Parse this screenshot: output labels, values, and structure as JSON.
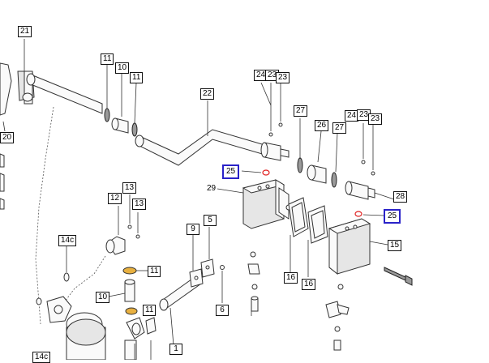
{
  "diagram": {
    "callouts": [
      {
        "id": "c21",
        "text": "21"
      },
      {
        "id": "c20",
        "text": "20"
      },
      {
        "id": "c11a",
        "text": "11"
      },
      {
        "id": "c10a",
        "text": "10"
      },
      {
        "id": "c11b",
        "text": "11"
      },
      {
        "id": "c22",
        "text": "22"
      },
      {
        "id": "c24a",
        "text": "24"
      },
      {
        "id": "c23a",
        "text": "23"
      },
      {
        "id": "c23b",
        "text": "23"
      },
      {
        "id": "c27a",
        "text": "27"
      },
      {
        "id": "c26",
        "text": "26"
      },
      {
        "id": "c27b",
        "text": "27"
      },
      {
        "id": "c24b",
        "text": "24"
      },
      {
        "id": "c23c",
        "text": "23"
      },
      {
        "id": "c23d",
        "text": "23"
      },
      {
        "id": "c25a",
        "text": "25"
      },
      {
        "id": "c28",
        "text": "28"
      },
      {
        "id": "c25b",
        "text": "25"
      },
      {
        "id": "c13a",
        "text": "13"
      },
      {
        "id": "c12",
        "text": "12"
      },
      {
        "id": "c13b",
        "text": "13"
      },
      {
        "id": "c14c",
        "text": "14c"
      },
      {
        "id": "c9",
        "text": "9"
      },
      {
        "id": "c5",
        "text": "5"
      },
      {
        "id": "c15",
        "text": "15"
      },
      {
        "id": "c11c",
        "text": "11"
      },
      {
        "id": "c10b",
        "text": "10"
      },
      {
        "id": "c11d",
        "text": "11"
      },
      {
        "id": "c16a",
        "text": "16"
      },
      {
        "id": "c16b",
        "text": "16"
      },
      {
        "id": "c6",
        "text": "6"
      },
      {
        "id": "c1",
        "text": "1"
      },
      {
        "id": "c14e",
        "text": "14c"
      }
    ],
    "plain_labels": [
      {
        "id": "p29",
        "text": "29"
      }
    ]
  }
}
